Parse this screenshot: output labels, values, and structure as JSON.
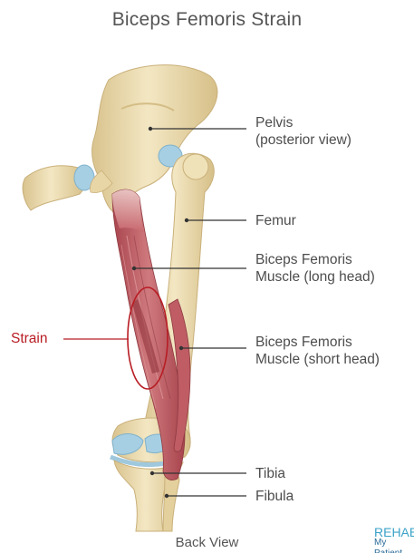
{
  "title": "Biceps Femoris Strain",
  "labels": {
    "pelvis": [
      "Pelvis",
      "(posterior view)"
    ],
    "femur": "Femur",
    "long_head": [
      "Biceps Femoris",
      "Muscle (long head)"
    ],
    "strain": "Strain",
    "short_head": [
      "Biceps Femoris",
      "Muscle (short head)"
    ],
    "tibia": "Tibia",
    "fibula": "Fibula"
  },
  "footer": "Back View",
  "brand": {
    "name": "REHAB",
    "tagline": "My Patient"
  },
  "colors": {
    "bone": "#ecdcb0",
    "bone_shade": "#d8c28c",
    "muscle": "#b9565d",
    "muscle_light": "#dfa7a8",
    "ligament": "#a7cfe3",
    "strain": "#b81d24",
    "leader_line": "#333333"
  }
}
